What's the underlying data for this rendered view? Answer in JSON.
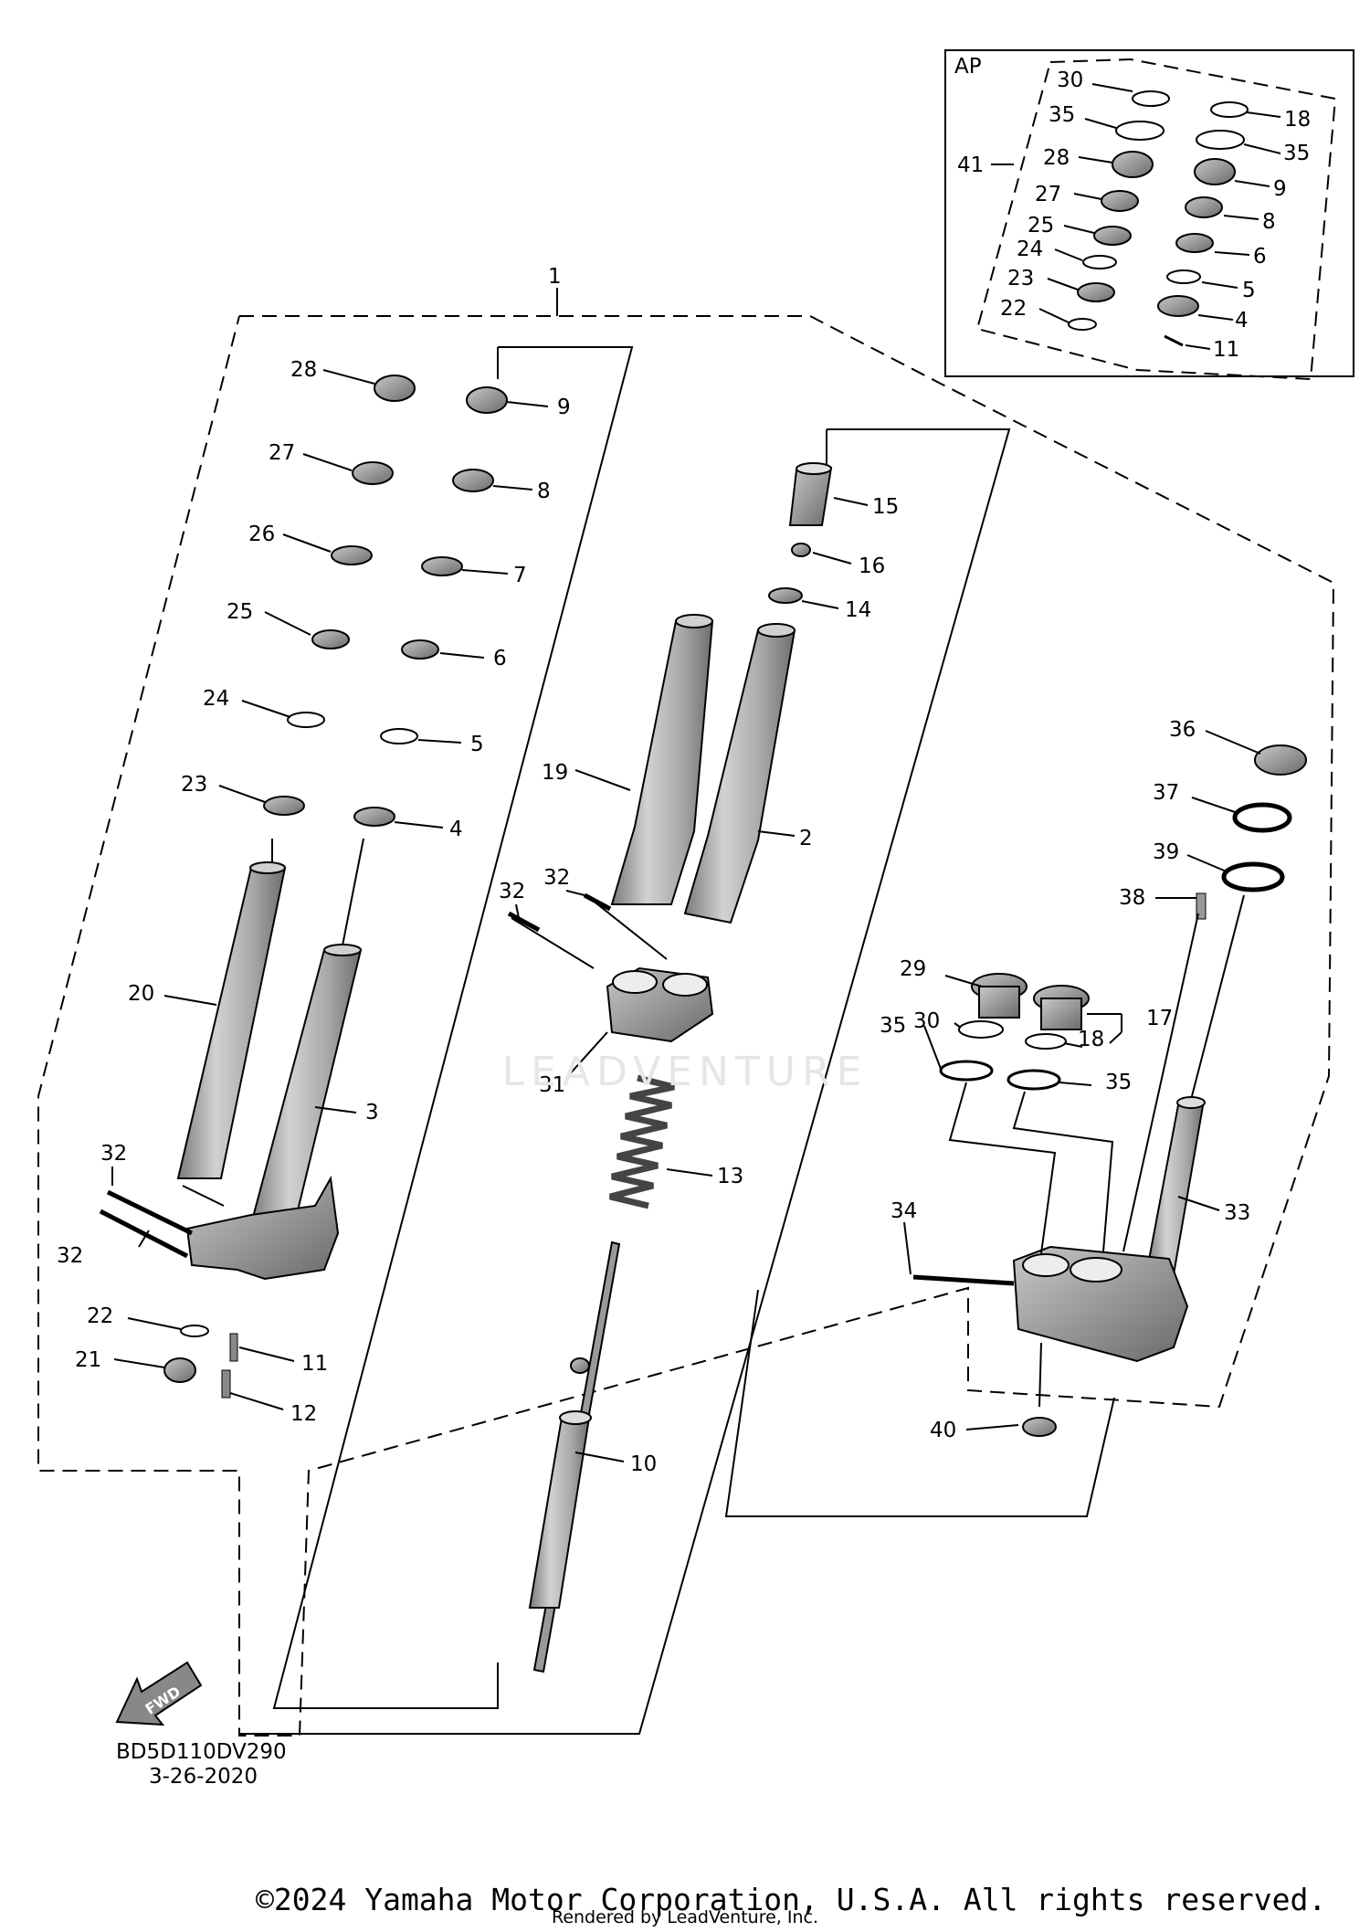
{
  "diagram": {
    "inset_label": "AP",
    "code": "BD5D110DV290",
    "date": "3-26-2020",
    "fwd_arrow_text": "FWD",
    "watermark": "LEADVENTURE",
    "copyright": "©2024 Yamaha Motor Corporation, U.S.A. All rights reserved.",
    "rendered_by": "Rendered by LeadVenture, Inc.",
    "callouts": [
      {
        "id": "c1",
        "text": "1"
      },
      {
        "id": "c28a",
        "text": "28"
      },
      {
        "id": "c9a",
        "text": "9"
      },
      {
        "id": "c27a",
        "text": "27"
      },
      {
        "id": "c8a",
        "text": "8"
      },
      {
        "id": "c26",
        "text": "26"
      },
      {
        "id": "c7",
        "text": "7"
      },
      {
        "id": "c25a",
        "text": "25"
      },
      {
        "id": "c6a",
        "text": "6"
      },
      {
        "id": "c24a",
        "text": "24"
      },
      {
        "id": "c5a",
        "text": "5"
      },
      {
        "id": "c23a",
        "text": "23"
      },
      {
        "id": "c4a",
        "text": "4"
      },
      {
        "id": "c20",
        "text": "20"
      },
      {
        "id": "c3",
        "text": "3"
      },
      {
        "id": "c32a",
        "text": "32"
      },
      {
        "id": "c32b",
        "text": "32"
      },
      {
        "id": "c22a",
        "text": "22"
      },
      {
        "id": "c11a",
        "text": "11"
      },
      {
        "id": "c21",
        "text": "21"
      },
      {
        "id": "c12",
        "text": "12"
      },
      {
        "id": "c15",
        "text": "15"
      },
      {
        "id": "c16",
        "text": "16"
      },
      {
        "id": "c14",
        "text": "14"
      },
      {
        "id": "c19",
        "text": "19"
      },
      {
        "id": "c2",
        "text": "2"
      },
      {
        "id": "c32c",
        "text": "32"
      },
      {
        "id": "c32d",
        "text": "32"
      },
      {
        "id": "c31",
        "text": "31"
      },
      {
        "id": "c13",
        "text": "13"
      },
      {
        "id": "c10",
        "text": "10"
      },
      {
        "id": "c36",
        "text": "36"
      },
      {
        "id": "c37",
        "text": "37"
      },
      {
        "id": "c39",
        "text": "39"
      },
      {
        "id": "c38",
        "text": "38"
      },
      {
        "id": "c29",
        "text": "29"
      },
      {
        "id": "c30a",
        "text": "30"
      },
      {
        "id": "c17",
        "text": "17"
      },
      {
        "id": "c18a",
        "text": "18"
      },
      {
        "id": "c35a",
        "text": "35"
      },
      {
        "id": "c35b",
        "text": "35"
      },
      {
        "id": "c33",
        "text": "33"
      },
      {
        "id": "c34",
        "text": "34"
      },
      {
        "id": "c40",
        "text": "40"
      },
      {
        "id": "c30b",
        "text": "30"
      },
      {
        "id": "c18b",
        "text": "18"
      },
      {
        "id": "c35c",
        "text": "35"
      },
      {
        "id": "c35d",
        "text": "35"
      },
      {
        "id": "c41",
        "text": "41"
      },
      {
        "id": "c28b",
        "text": "28"
      },
      {
        "id": "c9b",
        "text": "9"
      },
      {
        "id": "c27b",
        "text": "27"
      },
      {
        "id": "c8b",
        "text": "8"
      },
      {
        "id": "c25b",
        "text": "25"
      },
      {
        "id": "c6b",
        "text": "6"
      },
      {
        "id": "c24b",
        "text": "24"
      },
      {
        "id": "c5b",
        "text": "5"
      },
      {
        "id": "c23b",
        "text": "23"
      },
      {
        "id": "c4b",
        "text": "4"
      },
      {
        "id": "c22b",
        "text": "22"
      },
      {
        "id": "c11b",
        "text": "11"
      }
    ]
  }
}
